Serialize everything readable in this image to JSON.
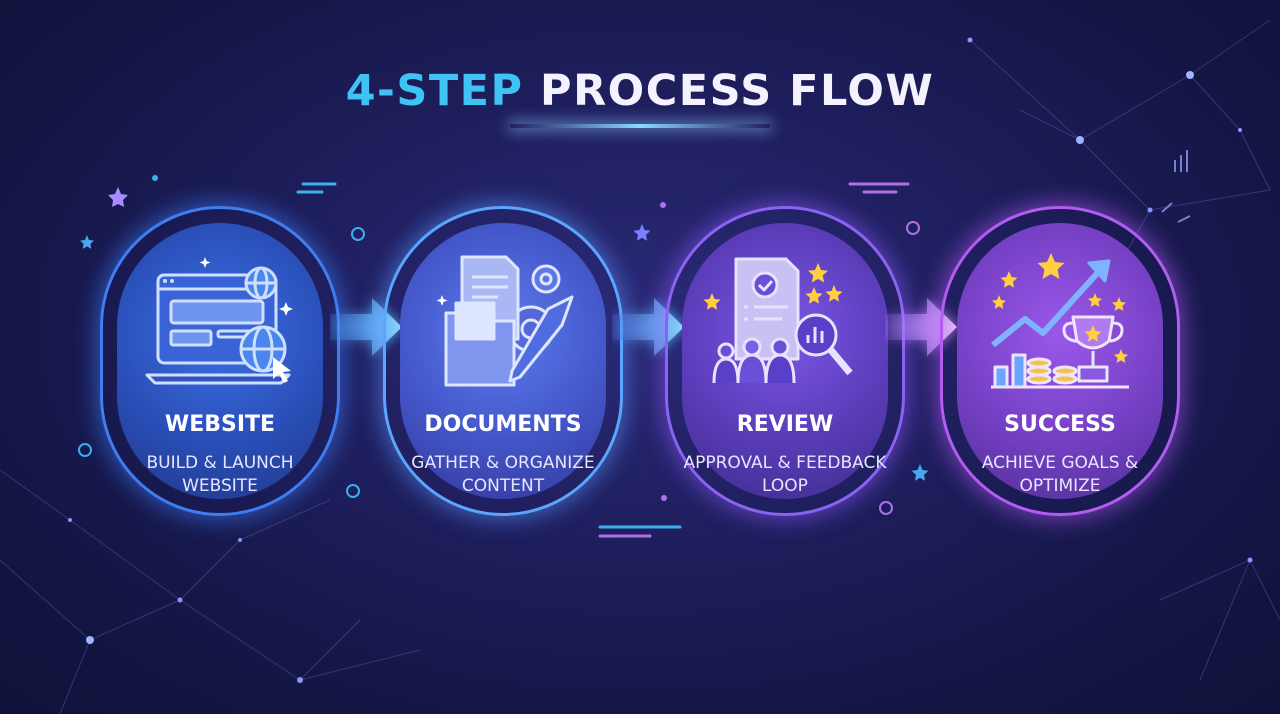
{
  "title": {
    "accent": "4-STEP",
    "rest": " PROCESS FLOW"
  },
  "steps": [
    {
      "label": "WEBSITE",
      "desc": "BUILD & LAUNCH WEBSITE",
      "icon": "website-globe-icon"
    },
    {
      "label": "DOCUMENTS",
      "desc": "GATHER & ORGANIZE CONTENT",
      "icon": "documents-folder-icon"
    },
    {
      "label": "REVIEW",
      "desc": "APPROVAL & FEEDBACK LOOP",
      "icon": "review-magnifier-icon"
    },
    {
      "label": "SUCCESS",
      "desc": "ACHIEVE GOALS & OPTIMIZE",
      "icon": "success-trophy-icon"
    }
  ],
  "colors": {
    "accent": "#3fc3f4",
    "background": "#1d1d5a",
    "step1": "#3f7df0",
    "step2": "#5aa6ff",
    "step3": "#8a63f2",
    "step4": "#b25cf0"
  }
}
